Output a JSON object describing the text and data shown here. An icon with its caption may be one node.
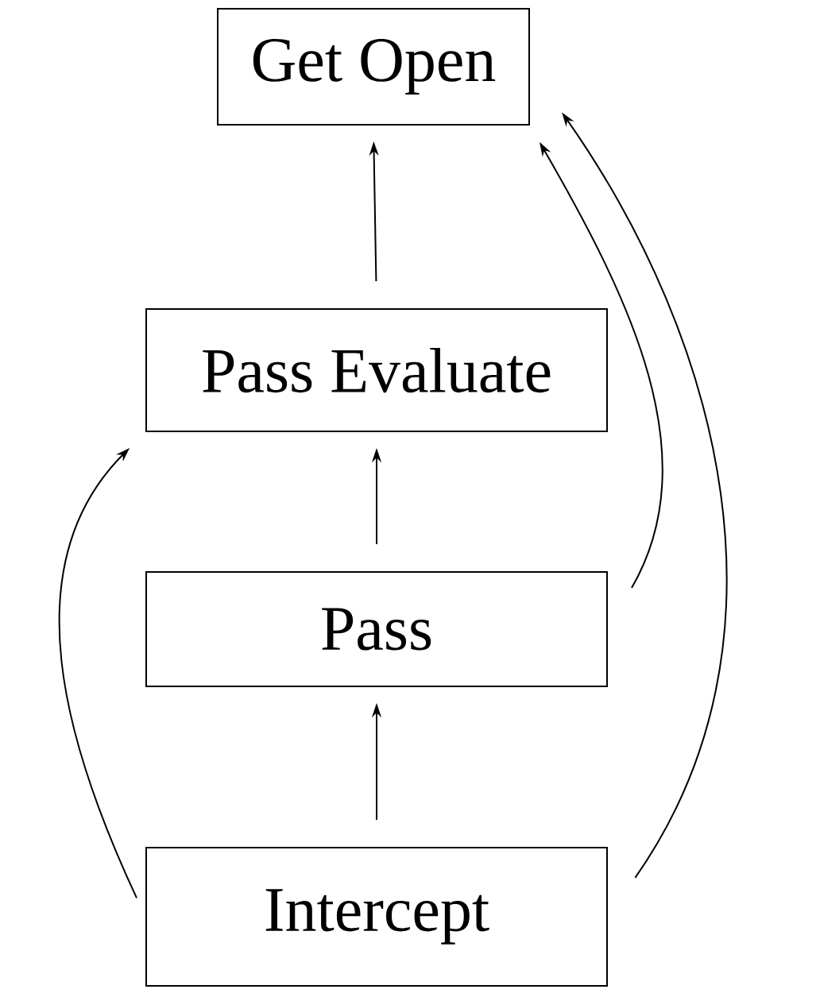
{
  "diagram": {
    "nodes": [
      {
        "text": [
          "Get Open"
        ]
      },
      {
        "text": [
          "Pass Evaluate"
        ]
      },
      {
        "text": [
          "Pass"
        ]
      },
      {
        "text": [
          "Intercept"
        ]
      }
    ],
    "edges": [
      {
        "from": 1,
        "to": 0,
        "arrow": "to"
      },
      {
        "from": 2,
        "to": 1,
        "arrow": "to"
      },
      {
        "from": 3,
        "to": 2,
        "arrow": "to"
      },
      {
        "from": 3,
        "to": 1,
        "arrow": "to"
      },
      {
        "from": 2,
        "to": 0,
        "arrow": "to"
      },
      {
        "from": 3,
        "to": 0,
        "arrow": "to"
      }
    ]
  }
}
